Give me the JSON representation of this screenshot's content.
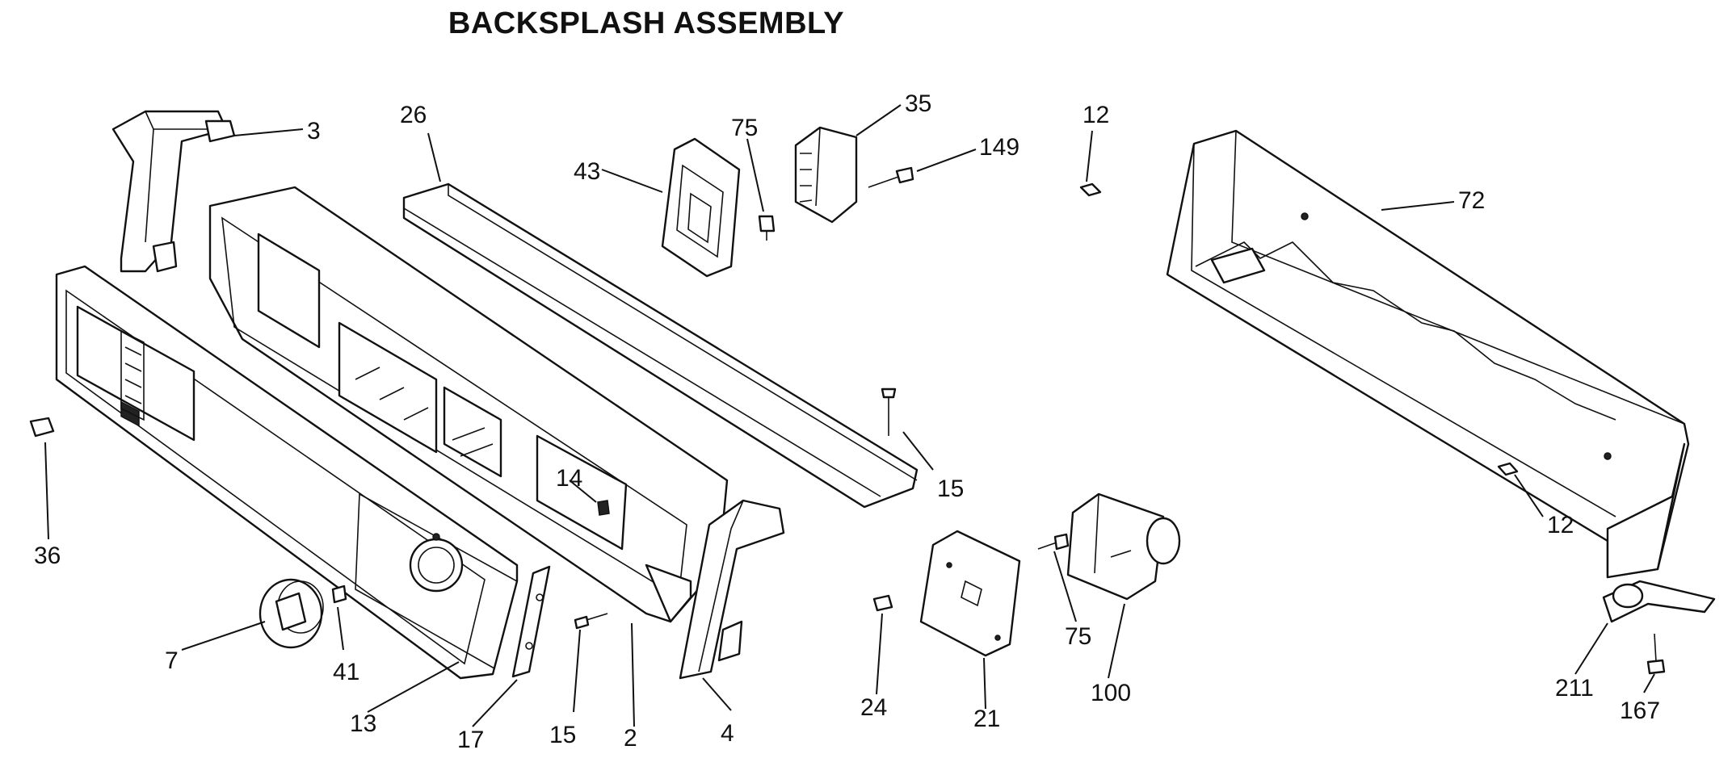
{
  "title": "BACKSPLASH ASSEMBLY",
  "part_labels": {
    "p3": "3",
    "p26": "26",
    "p43": "43",
    "p75a": "75",
    "p35": "35",
    "p149": "149",
    "p12a": "12",
    "p72": "72",
    "p36": "36",
    "p14": "14",
    "p15a": "15",
    "p12b": "12",
    "p7": "7",
    "p41": "41",
    "p13": "13",
    "p17": "17",
    "p15b": "15",
    "p2": "2",
    "p4": "4",
    "p24": "24",
    "p21": "21",
    "p75b": "75",
    "p100": "100",
    "p211": "211",
    "p167": "167"
  }
}
